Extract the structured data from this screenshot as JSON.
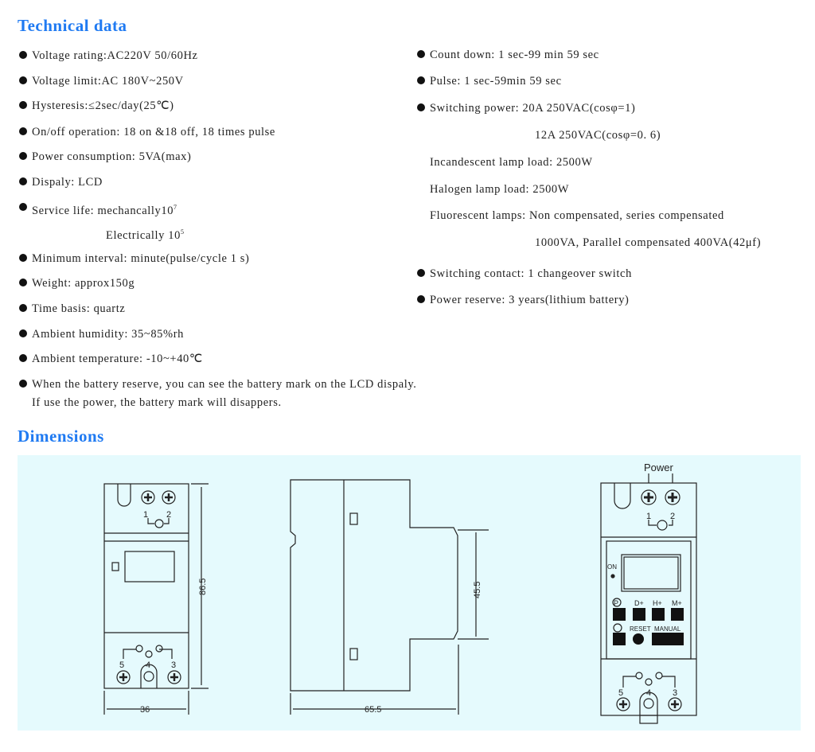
{
  "headings": {
    "technical": "Technical data",
    "dimensions": "Dimensions"
  },
  "left": [
    "Voltage rating:AC220V 50/60Hz",
    "Voltage limit:AC 180V~250V",
    "Hysteresis:≤2sec/day(25℃)",
    "On/off operation: 18 on &18 off, 18 times pulse",
    "Power consumption: 5VA(max)",
    "Dispaly: LCD",
    "Service life: mechancally10",
    "Electrically 10",
    "Minimum interval: minute(pulse/cycle 1 s)",
    "Weight: approx150g",
    "Time basis: quartz",
    "Ambient humidity: 35~85%rh",
    "Ambient temperature: -10~+40℃",
    "When the battery reserve, you can see the battery mark on the LCD dispaly.",
    "If use the power, the battery mark will disappers."
  ],
  "exp": {
    "mech": "7",
    "elec": "5"
  },
  "right": [
    "Count down: 1 sec-99 min 59 sec",
    "Pulse: 1 sec-59min 59 sec",
    "Switching power: 20A 250VAC(cosφ=1)",
    "12A 250VAC(cosφ=0. 6)",
    "Incandescent lamp load: 2500W",
    "Halogen lamp load: 2500W",
    "Fluorescent lamps: Non compensated, series compensated",
    "1000VA, Parallel compensated 400VA(42μf)",
    "Switching contact: 1 changeover switch",
    "Power reserve: 3 years(lithium battery)"
  ],
  "drawing": {
    "height": "86.5",
    "width": "36",
    "depth": "65.5",
    "rail": "45.5",
    "t1": "1",
    "t2": "2",
    "t3": "3",
    "t4": "4",
    "t5": "5",
    "power": "Power",
    "on": "ON",
    "d": "D+",
    "hh": "H+",
    "m": "M+",
    "reset": "RESET",
    "manual": "MANUAL",
    "p": "P"
  },
  "colors": {
    "heading": "#1f7af2",
    "panel": "#e5fafd"
  }
}
